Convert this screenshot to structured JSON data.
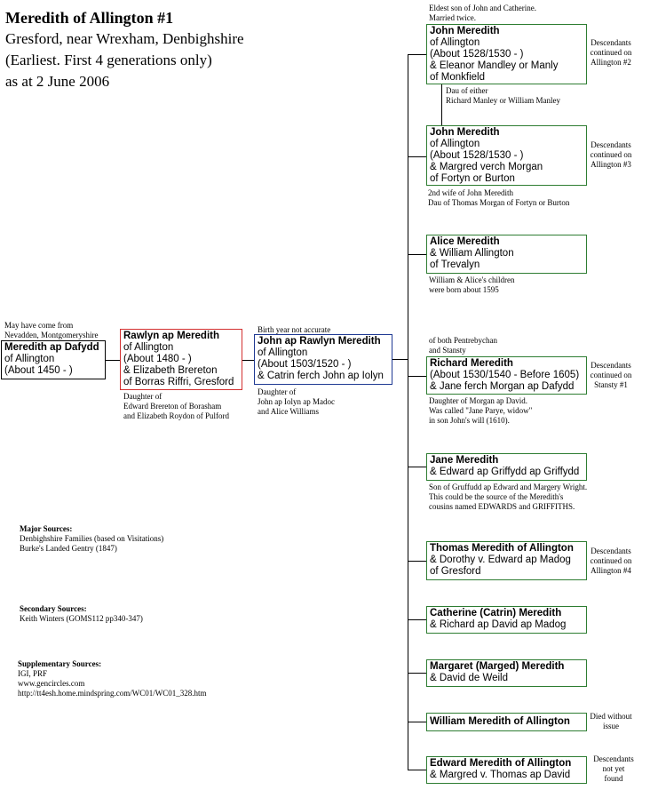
{
  "header": {
    "title": "Meredith of Allington #1",
    "line1": "Gresford, near Wrexham, Denbighshire",
    "line2": "(Earliest.  First 4 generations only)",
    "line3": "as at 2 June 2006"
  },
  "ancestors": {
    "gen1": {
      "note_top": [
        "May have come from",
        "Nevadden, Montgomeryshire"
      ],
      "name": "Meredith ap Dafydd",
      "lines": [
        "of Allington",
        "(About 1450 - )"
      ]
    },
    "gen2": {
      "name": "Rawlyn ap Meredith",
      "lines": [
        "of Allington",
        "(About 1480 - )",
        "& Elizabeth Brereton",
        "of Borras Riffri, Gresford"
      ],
      "note_below": [
        "Daughter of",
        "Edward Brereton of Borasham",
        "and Elizabeth Roydon of Pulford"
      ]
    },
    "gen3": {
      "note_top": "Birth year not accurate",
      "name": "John ap Rawlyn Meredith",
      "lines": [
        "of Allington",
        "(About 1503/1520 - )",
        "& Catrin ferch John ap Iolyn"
      ],
      "note_below": [
        "Daughter of",
        "John ap Iolyn ap Madoc",
        "and Alice Williams"
      ]
    }
  },
  "children": {
    "john1": {
      "note_top": [
        "Eldest son of John and Catherine.",
        "Married twice."
      ],
      "name": "John Meredith",
      "lines": [
        "of Allington",
        "(About 1528/1530 - )",
        "& Eleanor Mandley or Manly",
        "of Monkfield"
      ],
      "note_below": [
        "Dau of either",
        "Richard Manley or William Manley"
      ],
      "side": [
        "Descendants",
        "continued on",
        "Allington #2"
      ]
    },
    "john2": {
      "name": "John Meredith",
      "lines": [
        "of Allington",
        "(About 1528/1530 - )",
        "& Margred verch Morgan",
        "of Fortyn or Burton"
      ],
      "note_below": [
        "2nd wife of John Meredith",
        "Dau of Thomas Morgan of Fortyn or Burton"
      ],
      "side": [
        "Descendants",
        "continued on",
        "Allington #3"
      ]
    },
    "alice": {
      "name": "Alice Meredith",
      "lines": [
        "& William Allington",
        "of Trevalyn"
      ],
      "note_below": [
        "William & Alice's children",
        "were born about 1595"
      ]
    },
    "richard": {
      "note_top": [
        "of both Pentrebychan",
        "and Stansty"
      ],
      "name": "Richard Meredith",
      "lines": [
        "(About 1530/1540 - Before 1605)",
        "& Jane ferch Morgan ap Dafydd"
      ],
      "note_below": [
        "Daughter of Morgan ap David.",
        "Was called \"Jane Parye, widow\"",
        "in son John's will (1610)."
      ],
      "side": [
        "Descendants",
        "continued on",
        "Stansty #1"
      ]
    },
    "jane": {
      "name": "Jane Meredith",
      "lines": [
        "& Edward ap Griffydd ap Griffydd"
      ],
      "note_below": [
        "Son of Gruffudd ap Edward and Margery Wright.",
        "This could be the source of the Meredith's",
        "cousins named EDWARDS and GRIFFITHS."
      ]
    },
    "thomas": {
      "name": "Thomas Meredith of Allington",
      "lines": [
        "& Dorothy v. Edward ap Madog",
        "of Gresford"
      ],
      "side": [
        "Descendants",
        "continued on",
        "Allington #4"
      ]
    },
    "catherine": {
      "name": "Catherine (Catrin) Meredith",
      "lines": [
        "& Richard ap David ap Madog"
      ]
    },
    "margaret": {
      "name": "Margaret (Marged) Meredith",
      "lines": [
        "& David de Weild"
      ]
    },
    "william": {
      "name": "William Meredith of Allington",
      "side": [
        "Died without",
        "issue"
      ]
    },
    "edward": {
      "name": "Edward Meredith of Allington",
      "lines": [
        "& Margred v. Thomas ap David"
      ],
      "side": [
        "Descendants",
        "not yet",
        "found"
      ]
    }
  },
  "sources": {
    "major": {
      "heading": "Major Sources:",
      "items": [
        "Denbighshire Families (based on Visitations)",
        "Burke's Landed Gentry (1847)"
      ]
    },
    "secondary": {
      "heading": "Secondary Sources:",
      "items": [
        "Keith Winters (GOMS112 pp340-347)"
      ]
    },
    "supplementary": {
      "heading": "Supplementary Sources:",
      "items": [
        "IGI, PRF",
        "www.gencircles.com",
        "http://tt4esh.home.mindspring.com/WC01/WC01_328.htm"
      ]
    }
  }
}
